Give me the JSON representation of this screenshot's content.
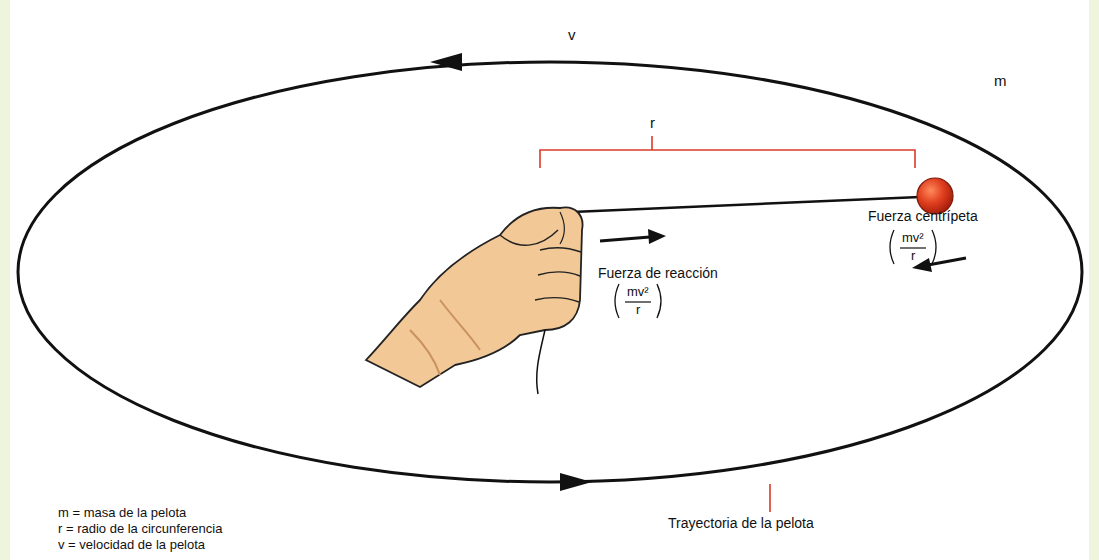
{
  "diagram": {
    "labels": [
      "v",
      "r",
      "m",
      "Fuerza centrípeta",
      "mv²",
      "r",
      "Fuerza de reacción",
      "mv²",
      "r",
      "m = masa de la pelota",
      "r = radio de la circunferencia",
      "v = velocidad de la pelota",
      "Trayectoria de la pelota"
    ]
  }
}
